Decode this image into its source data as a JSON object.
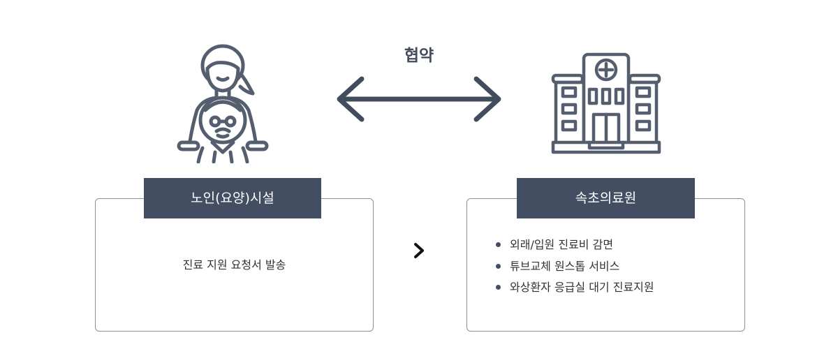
{
  "agreement": {
    "label": "협약"
  },
  "facility": {
    "title": "노인(요양)시설",
    "description": "진료 지원 요청서 발송",
    "icon": "caregiver-elderly-icon"
  },
  "hospital": {
    "title": "속초의료원",
    "icon": "hospital-building-icon",
    "services": [
      "외래/입원 진료비 감면",
      "튜브교체 원스톱 서비스",
      "와상환자 응급실 대기 진료지원"
    ]
  },
  "colors": {
    "icon": "#555e6e",
    "header": "#434e62",
    "border": "#8a8f98",
    "text": "#333333"
  }
}
